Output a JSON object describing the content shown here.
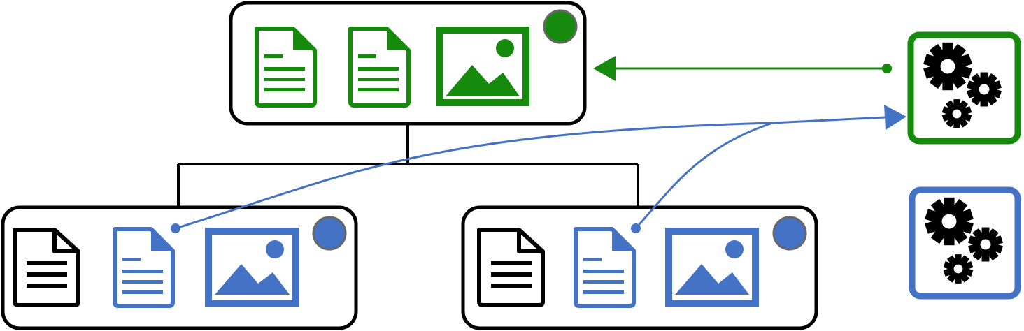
{
  "colors": {
    "green": "#168a0c",
    "blue": "#4472c4",
    "black": "#000000",
    "white": "#ffffff",
    "status_ring": "#666666"
  },
  "nodes": [
    {
      "id": "parent",
      "status_color": "green",
      "items": [
        {
          "type": "document",
          "color": "green"
        },
        {
          "type": "document",
          "color": "green"
        },
        {
          "type": "image",
          "color": "green"
        }
      ]
    },
    {
      "id": "left-child",
      "status_color": "blue",
      "items": [
        {
          "type": "document",
          "color": "black"
        },
        {
          "type": "document",
          "color": "blue"
        },
        {
          "type": "image",
          "color": "blue"
        }
      ]
    },
    {
      "id": "right-child",
      "status_color": "blue",
      "items": [
        {
          "type": "document",
          "color": "black"
        },
        {
          "type": "document",
          "color": "blue"
        },
        {
          "type": "image",
          "color": "blue"
        }
      ]
    }
  ],
  "processors": [
    {
      "id": "processor-green",
      "icon": "gears-icon",
      "color": "green"
    },
    {
      "id": "processor-blue",
      "icon": "gears-icon",
      "color": "blue"
    }
  ],
  "connections": [
    {
      "from": "processor-green",
      "to": "parent",
      "color": "green"
    },
    {
      "from": "left-child-document-2",
      "to": "processor-green",
      "color": "blue"
    },
    {
      "from": "right-child-document-2",
      "to": "processor-green",
      "color": "blue"
    }
  ]
}
